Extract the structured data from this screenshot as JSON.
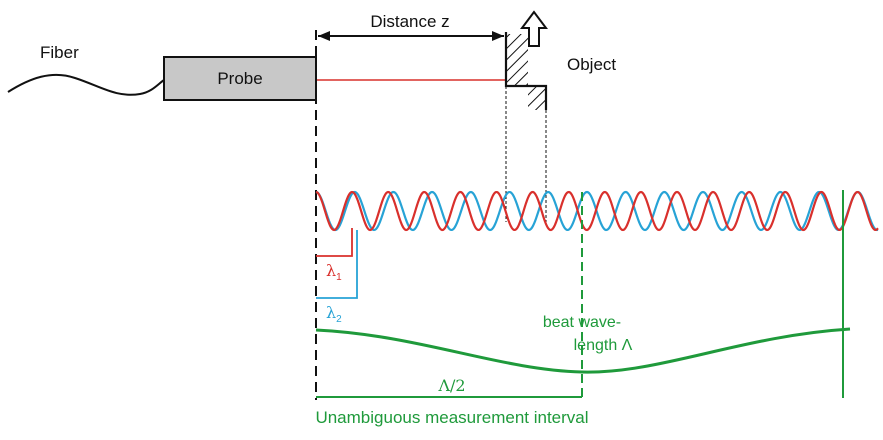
{
  "labels": {
    "fiber": "Fiber",
    "probe": "Probe",
    "distance": "Distance z",
    "object": "Object",
    "lambda": "λ",
    "lambda1_sub": "1",
    "lambda2_sub": "2",
    "beat_line1": "beat wave-",
    "beat_line2": "length Λ",
    "half_beat": "Λ/2",
    "interval": "Unambiguous measurement interval"
  },
  "colors": {
    "wave1": "#d9302c",
    "wave2": "#27a3d6",
    "beat": "#1f9a3b",
    "probe_fill": "#c8c8c8",
    "stroke": "#111111",
    "beam": "#d9302c"
  },
  "icons": {
    "object_motion": "arrow-up-icon"
  }
}
